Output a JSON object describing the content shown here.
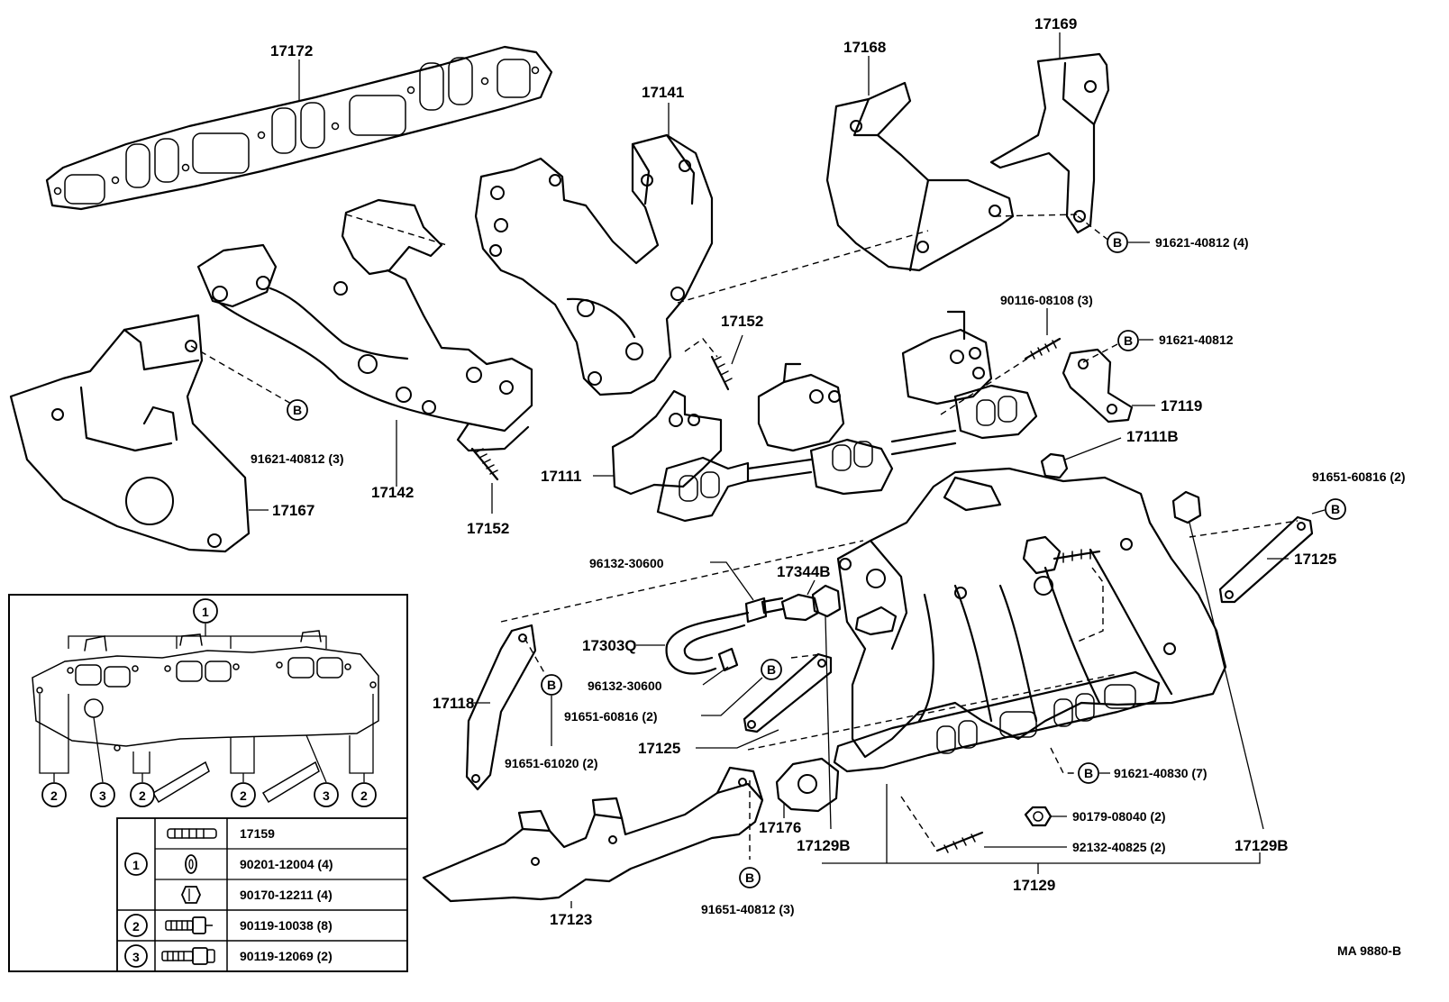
{
  "labels": {
    "p17172": "17172",
    "p17141": "17141",
    "p17168": "17168",
    "p17169": "17169",
    "p17152a": "17152",
    "p17152b": "17152",
    "p17142": "17142",
    "p17167": "17167",
    "p17111": "17111",
    "p17119": "17119",
    "p17111b": "17111B",
    "p17125a": "17125",
    "p17125b": "17125",
    "p17344b": "17344B",
    "p17303q": "17303Q",
    "p17118": "17118",
    "p17176": "17176",
    "p17129ba": "17129B",
    "p17129bb": "17129B",
    "p17129": "17129",
    "p17123": "17123",
    "b91621_40812_4": "91621-40812 (4)",
    "b91621_40812_3": "91621-40812 (3)",
    "b91621_40812": "91621-40812",
    "b90116_08108_3": "90116-08108 (3)",
    "b91651_60816_2a": "91651-60816 (2)",
    "b91651_60816_2b": "91651-60816 (2)",
    "b96132_30600a": "96132-30600",
    "b96132_30600b": "96132-30600",
    "b91651_61020_2": "91651-61020 (2)",
    "b91621_40830_7": "91621-40830 (7)",
    "b90179_08040_2": "90179-08040 (2)",
    "b92132_40825_2": "92132-40825 (2)",
    "b91651_40812_3": "91651-40812 (3)",
    "diagram_code": "MA  9880-B"
  },
  "markers": {
    "b": "B",
    "m1": "1",
    "m2": "2",
    "m3": "3"
  },
  "legend": {
    "rows": [
      {
        "group": "1",
        "part": "17159"
      },
      {
        "group": "",
        "part": "90201-12004 (4)"
      },
      {
        "group": "",
        "part": "90170-12211 (4)"
      },
      {
        "group": "2",
        "part": "90119-10038 (8)"
      },
      {
        "group": "3",
        "part": "90119-12069 (2)"
      }
    ]
  }
}
